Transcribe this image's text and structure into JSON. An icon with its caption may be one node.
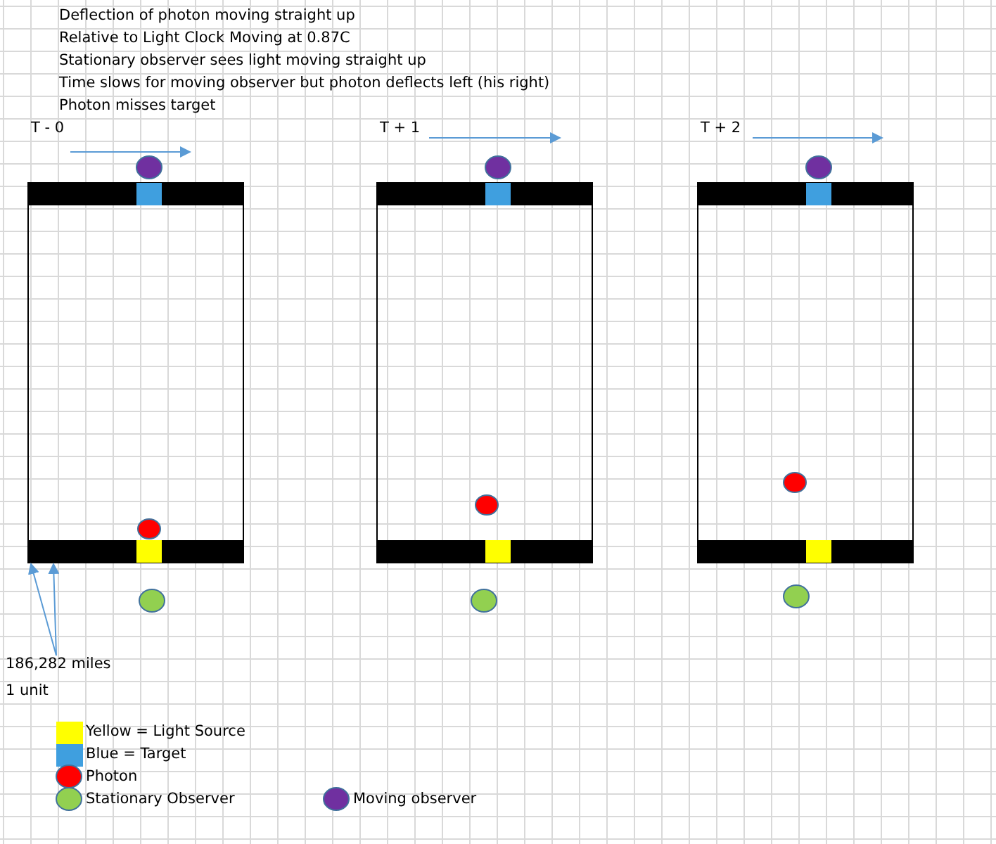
{
  "diagram": {
    "nodes": [
      {
        "text": [],
        "shape": "box"
      },
      {
        "text": [],
        "shape": "box"
      },
      {
        "text": [],
        "shape": "box"
      },
      {
        "text": [
          "186,282 miles"
        ]
      }
    ],
    "edges": [
      {
        "from": 3,
        "to": 0,
        "arrow": "to"
      },
      {
        "from": 3,
        "to": 0,
        "arrow": "to"
      }
    ],
    "labels": [
      "Deflection of photon moving straight up",
      "Relative to Light Clock Moving at 0.87C",
      "Stationary observer sees light moving straight up",
      "Time slows for moving observer but photon deflects left (his right)",
      "Photon misses target",
      "T - 0",
      "T + 1",
      "T + 2",
      "1 unit"
    ],
    "legend": [
      {
        "text": "Yellow = Light Source",
        "color": "#ffff00"
      },
      {
        "text": "Blue = Target",
        "color": "#3f9fdf"
      },
      {
        "text": "Photon",
        "color": "#ff0000"
      },
      {
        "text": "Stationary Observer",
        "color": "#92d050"
      },
      {
        "text": "Moving observer",
        "color": "#7030a0"
      }
    ]
  }
}
